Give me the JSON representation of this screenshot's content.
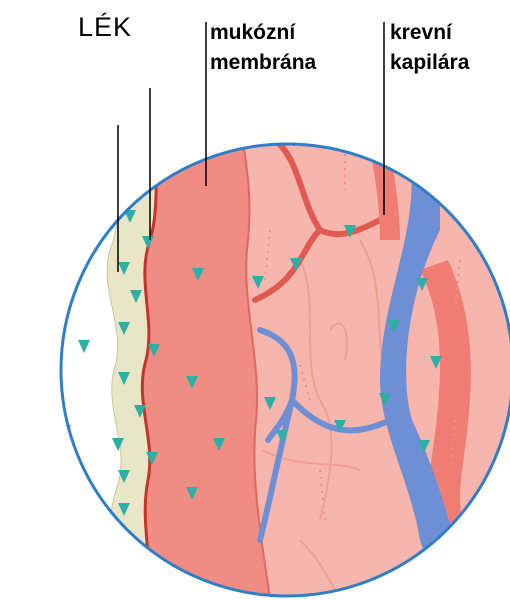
{
  "labels": {
    "drug": "LÉK",
    "mucous_membrane": [
      "mukózní",
      "membrána"
    ],
    "blood_capillary": [
      "krevní",
      "kapilára"
    ]
  },
  "colors": {
    "circle_outline": "#2e7fc8",
    "drug_particle": "#2bb0a5",
    "mucus_layer": "#e9e6c8",
    "membrane": "#f08c84",
    "tissue": "#f6b5ad",
    "capillary_red": "#ef7d73",
    "vein_blue": "#6f8fd4"
  },
  "icons": [
    "drug-particle-triangle"
  ]
}
